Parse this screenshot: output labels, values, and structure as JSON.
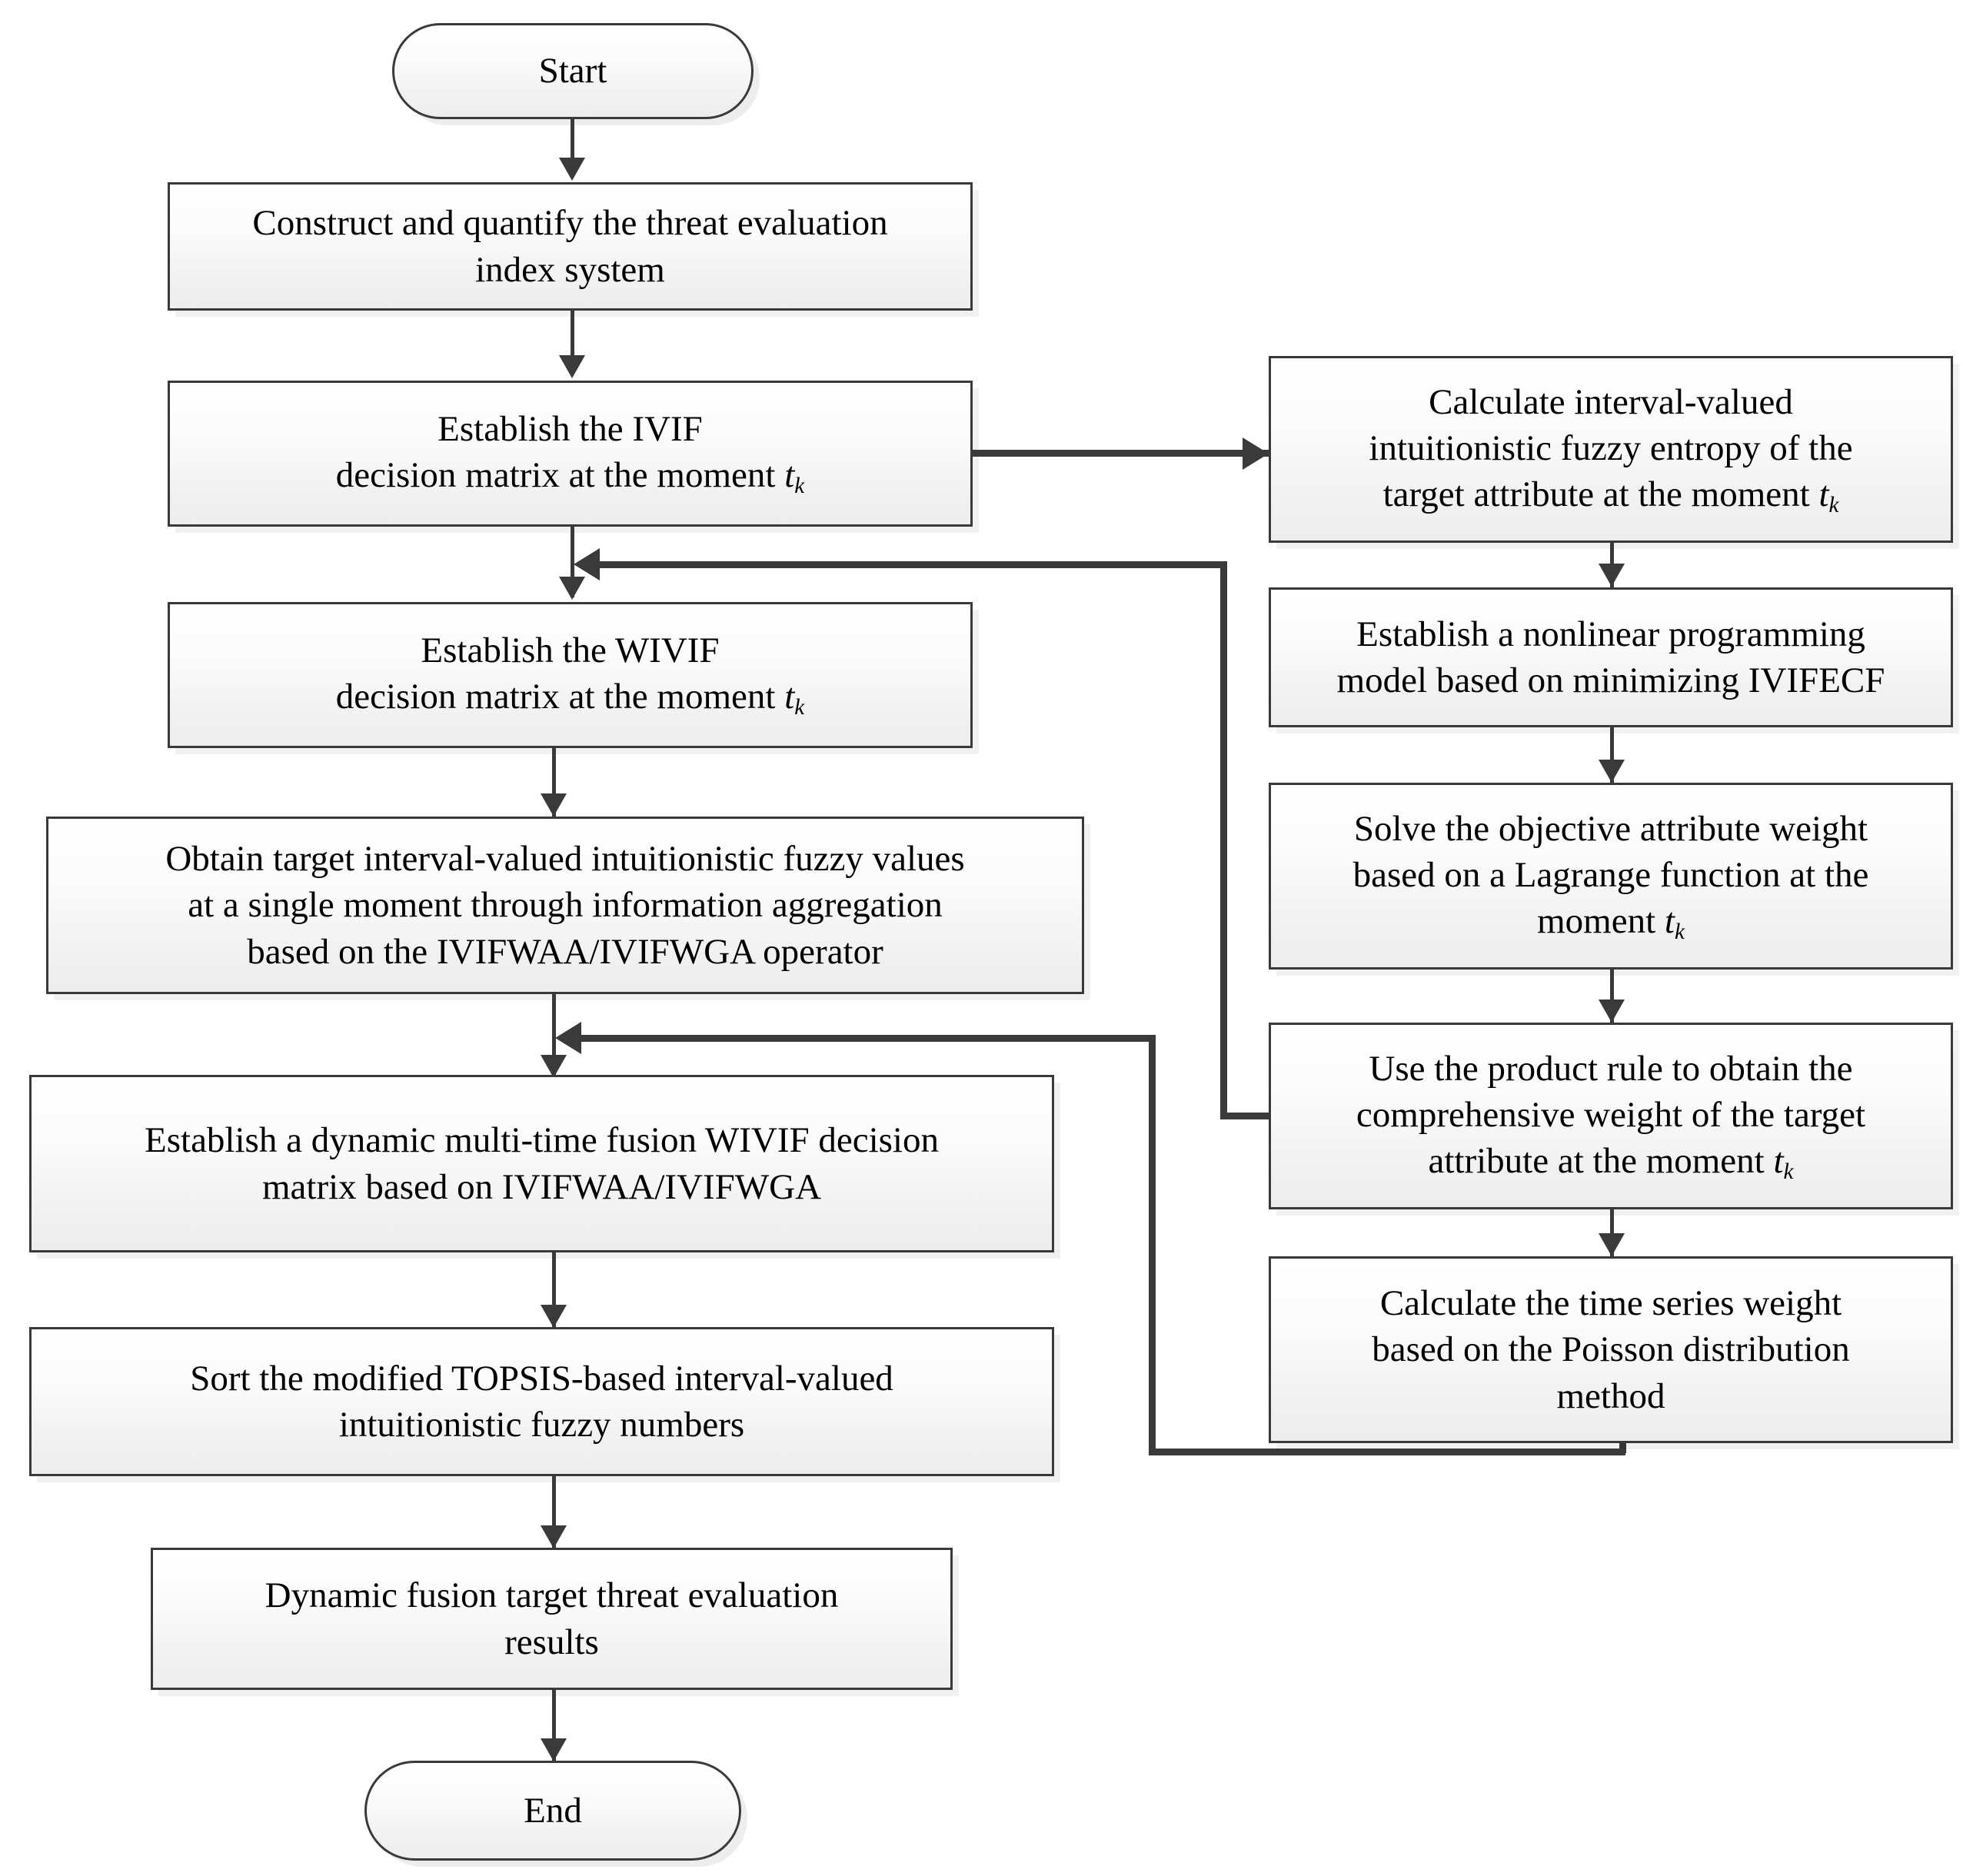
{
  "diagram": {
    "title": "Dynamic fusion target threat evaluation flowchart",
    "accent_color": "#3a3a3a",
    "box_fill": "#f1f1f1",
    "background": "#ffffff"
  },
  "nodes": {
    "start": {
      "label": "Start",
      "shape": "terminal"
    },
    "construct_index": {
      "line1": "Construct and quantify the threat evaluation",
      "line2": "index system",
      "shape": "process"
    },
    "ivif_matrix": {
      "line1": "Establish the  IVIF",
      "line2_prefix": "decision matrix at the moment ",
      "line2_symbol": "t",
      "line2_subscript": "k",
      "shape": "process"
    },
    "wivif_matrix": {
      "line1": "Establish the WIVIF",
      "line2_prefix": "decision matrix at the moment ",
      "line2_symbol": "t",
      "line2_subscript": "k",
      "shape": "process"
    },
    "obtain_target_values": {
      "line1": "Obtain target interval-valued intuitionistic fuzzy values",
      "line2": "at a single moment through information aggregation",
      "line3": "based on the IVIFWAA/IVIFWGA operator",
      "shape": "process"
    },
    "dynamic_fusion_matrix": {
      "line1": "Establish a dynamic multi-time fusion WIVIF decision",
      "line2": "matrix based on IVIFWAA/IVIFWGA",
      "shape": "process"
    },
    "sort_topsis": {
      "line1": "Sort the modified TOPSIS-based interval-valued",
      "line2": "intuitionistic fuzzy numbers",
      "shape": "process"
    },
    "evaluation_results": {
      "line1": "Dynamic fusion target threat evaluation",
      "line2": "results",
      "shape": "process"
    },
    "end": {
      "label": "End",
      "shape": "terminal"
    },
    "calc_entropy": {
      "line1": "Calculate interval-valued",
      "line2": "intuitionistic fuzzy entropy of the",
      "line3_prefix": "target attribute at the moment ",
      "line3_symbol": "t",
      "line3_subscript": "k",
      "shape": "process"
    },
    "nonlinear_model": {
      "line1": "Establish a nonlinear programming",
      "line2": "model based on minimizing IVIFECF",
      "shape": "process"
    },
    "solve_weight": {
      "line1": "Solve the objective attribute weight",
      "line2": "based on a Lagrange  function at the",
      "line3_prefix": "moment ",
      "line3_symbol": "t",
      "line3_subscript": "k",
      "shape": "process"
    },
    "product_rule": {
      "line1": "Use the product rule to obtain the",
      "line2": "comprehensive weight of the target",
      "line3_prefix": "attribute at the moment ",
      "line3_symbol": "t",
      "line3_subscript": "k",
      "shape": "process"
    },
    "time_series_weight": {
      "line1": "Calculate the time series weight",
      "line2": "based on the Poisson distribution",
      "line3": "method",
      "shape": "process"
    }
  },
  "edges": [
    {
      "name": "start-to-construct",
      "from": "start",
      "to": "construct_index",
      "kind": "arrow-down"
    },
    {
      "name": "construct-to-ivif",
      "from": "construct_index",
      "to": "ivif_matrix",
      "kind": "arrow-down"
    },
    {
      "name": "ivif-to-entropy",
      "from": "ivif_matrix",
      "to": "calc_entropy",
      "kind": "arrow-right"
    },
    {
      "name": "ivif-to-wivif",
      "from": "ivif_matrix",
      "to": "wivif_matrix",
      "kind": "arrow-down"
    },
    {
      "name": "entropy-to-nonlinear",
      "from": "calc_entropy",
      "to": "nonlinear_model",
      "kind": "arrow-down"
    },
    {
      "name": "nonlinear-to-solve",
      "from": "nonlinear_model",
      "to": "solve_weight",
      "kind": "arrow-down"
    },
    {
      "name": "solve-to-product",
      "from": "solve_weight",
      "to": "product_rule",
      "kind": "arrow-down"
    },
    {
      "name": "product-to-wivif-feedback",
      "from": "product_rule",
      "to": "wivif_matrix",
      "kind": "elbow-left-up"
    },
    {
      "name": "product-to-timeseries",
      "from": "product_rule",
      "to": "time_series_weight",
      "kind": "arrow-down"
    },
    {
      "name": "timeseries-to-fusion-feedback",
      "from": "time_series_weight",
      "to": "dynamic_fusion_matrix",
      "kind": "elbow-left-up"
    },
    {
      "name": "wivif-to-obtain",
      "from": "wivif_matrix",
      "to": "obtain_target_values",
      "kind": "arrow-down"
    },
    {
      "name": "obtain-to-fusion",
      "from": "obtain_target_values",
      "to": "dynamic_fusion_matrix",
      "kind": "arrow-down"
    },
    {
      "name": "fusion-to-sort",
      "from": "dynamic_fusion_matrix",
      "to": "sort_topsis",
      "kind": "arrow-down"
    },
    {
      "name": "sort-to-results",
      "from": "sort_topsis",
      "to": "evaluation_results",
      "kind": "arrow-down"
    },
    {
      "name": "results-to-end",
      "from": "evaluation_results",
      "to": "end",
      "kind": "arrow-down"
    }
  ]
}
